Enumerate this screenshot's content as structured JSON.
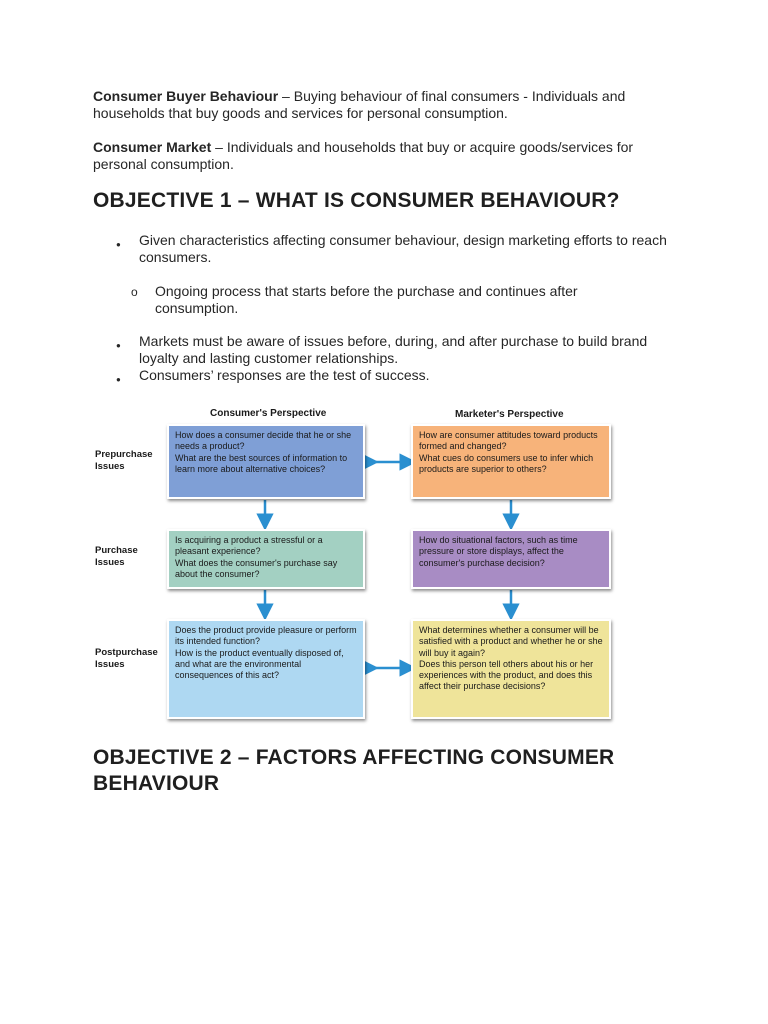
{
  "definitions": [
    {
      "term": "Consumer Buyer Behaviour",
      "text": " – Buying behaviour of final consumers - Individuals and households that buy goods and services for personal consumption."
    },
    {
      "term": "Consumer Market",
      "text": " – Individuals and households that buy or acquire goods/services for personal consumption."
    }
  ],
  "objective1": {
    "title": "OBJECTIVE 1 – WHAT IS CONSUMER BEHAVIOUR?",
    "bullet1": "Given characteristics affecting consumer behaviour, design marketing efforts to reach consumers.",
    "sub_bullet": "Ongoing process that starts before the purchase and continues after consumption.",
    "bullet2": "Markets must be aware of issues before, during, and after purchase to build brand loyalty and lasting customer relationships.",
    "bullet3": "Consumers’ responses are the test of success.",
    "bullet_symbol": "●",
    "sub_bullet_symbol": "o"
  },
  "diagram": {
    "consumer_header": "Consumer's Perspective",
    "marketer_header": "Marketer's Perspective",
    "rows": [
      {
        "label": "Prepurchase\nIssues",
        "consumer": "How does a consumer decide that he or she needs a product?\nWhat are the best sources of information to learn more about alternative choices?",
        "marketer": "How are consumer attitudes toward products formed and changed?\nWhat cues do consumers use to infer which products are superior to others?"
      },
      {
        "label": "Purchase\nIssues",
        "consumer": "Is acquiring a product a stressful or a pleasant experience?\nWhat does the consumer's purchase say about the consumer?",
        "marketer": "How do situational factors, such as time pressure or store displays, affect the consumer's purchase decision?"
      },
      {
        "label": "Postpurchase\nIssues",
        "consumer": "Does the product provide pleasure or perform its intended function?\nHow is the product eventually disposed of, and what are the environmental consequences of this act?",
        "marketer": "What determines whether a consumer will be satisfied with a product and whether he or she will buy it again?\nDoes this person tell others about his or her experiences with the product, and does this affect their purchase decisions?"
      }
    ],
    "colors": {
      "prepurchase_consumer": "#7f9fd6",
      "prepurchase_marketer": "#f7b37a",
      "purchase_consumer": "#a3d0c2",
      "purchase_marketer": "#a88cc4",
      "postpurchase_consumer": "#aed8f2",
      "postpurchase_marketer": "#efe49a",
      "arrow": "#2a8fd0"
    }
  },
  "objective2": {
    "title": "OBJECTIVE 2 – FACTORS AFFECTING CONSUMER BEHAVIOUR"
  }
}
